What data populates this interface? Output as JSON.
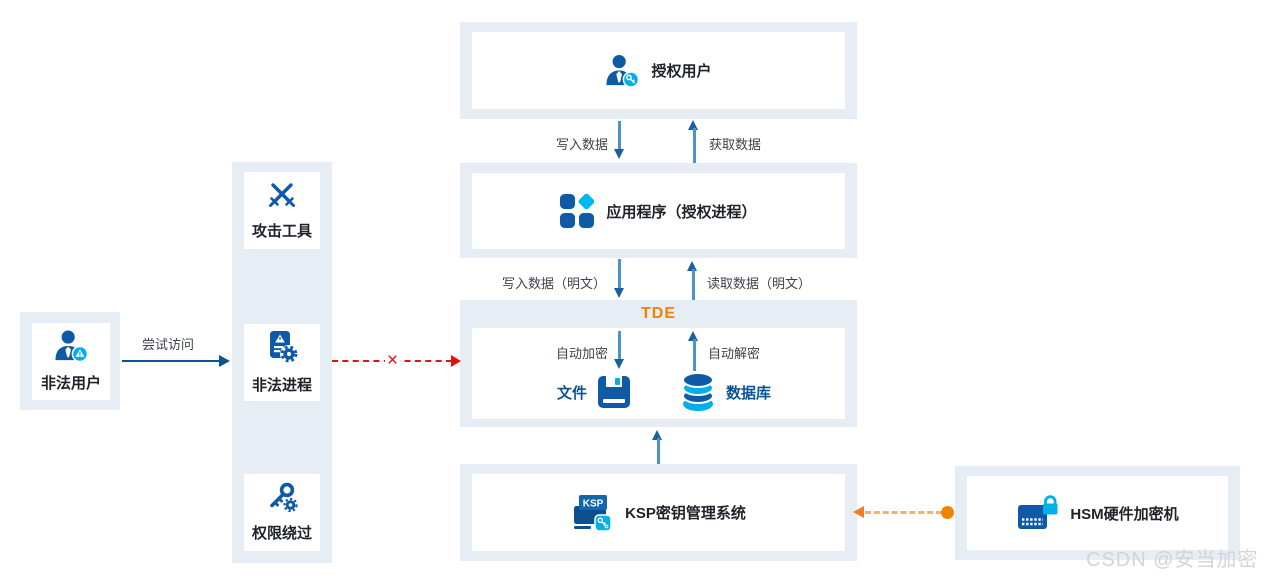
{
  "diagram": {
    "authorized_user": "授权用户",
    "application": "应用程序（授权进程）",
    "tde_title": "TDE",
    "auto_encrypt": "自动加密",
    "auto_decrypt": "自动解密",
    "file": "文件",
    "database": "数据库",
    "ksp": "KSP密钥管理系统",
    "ksp_icon_text": "KSP",
    "hsm": "HSM硬件加密机",
    "illegal_user": "非法用户",
    "attack_tools": "攻击工具",
    "illegal_process": "非法进程",
    "privilege_bypass": "权限绕过",
    "write_data": "写入数据",
    "get_data": "获取数据",
    "write_data_plain": "写入数据（明文）",
    "read_data_plain": "读取数据（明文）",
    "try_access": "尝试访问"
  },
  "watermark": "CSDN @安当加密",
  "colors": {
    "node_bg": "#e7edf4",
    "icon_blue": "#0e5aa7",
    "cyan": "#00aeef",
    "arrow_line_blue": "#4d93ca",
    "arrow_head_blue": "#1a5fa0",
    "solid_arrow_blue": "#0b5394",
    "red": "#e01212",
    "orange": "#f08300",
    "orange_light": "#f4b070",
    "tde_orange": "#ef8200"
  }
}
